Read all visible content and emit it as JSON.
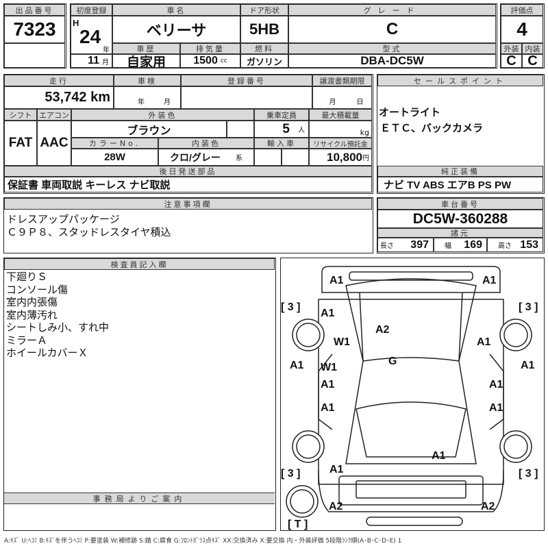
{
  "lot": {
    "label": "出品番号",
    "value": "7323"
  },
  "car": {
    "first_reg_label": "初度登録",
    "era": "H",
    "year": "24",
    "year_unit": "年",
    "month": "11",
    "month_unit": "月",
    "name_label": "車名",
    "name": "ベリーサ",
    "door_label": "ドア形状",
    "door": "5HB",
    "grade_label": "グレード",
    "grade": "C",
    "history_label": "車歴",
    "history": "自家用",
    "displacement_label": "排気量",
    "displacement": "1500",
    "displacement_unit": "cc",
    "fuel_label": "燃料",
    "fuel": "ガソリン",
    "model_label": "型式",
    "model": "DBA-DC5W"
  },
  "score": {
    "label": "評価点",
    "value": "4",
    "ext_label": "外装",
    "int_label": "内装",
    "ext": "C",
    "int": "C"
  },
  "details": {
    "mileage_label": "走行",
    "mileage": "53,742 km",
    "inspection_label": "車検",
    "year_unit": "年",
    "month_unit": "月",
    "reg_no_label": "登録番号",
    "doc_deadline_label": "譲渡書類期限",
    "day_unit": "日",
    "shift_label": "シフト",
    "shift": "FAT",
    "ac_label": "エアコン",
    "ac": "AAC",
    "ext_color_label": "外装色",
    "ext_color": "ブラウン",
    "capacity_label": "乗車定員",
    "capacity": "5",
    "capacity_unit": "人",
    "max_load_label": "最大積載量",
    "load_unit": "kg",
    "color_no_label": "カラーNo.",
    "color_no": "28W",
    "int_color_label": "内装色",
    "int_color": "クロ/グレー",
    "int_color_suffix": "系",
    "import_label": "輸入車",
    "recycle_label": "リサイクル預託金",
    "recycle": "10,800",
    "recycle_unit": "円",
    "later_parts_label": "後日発送部品",
    "later_parts": "保証書 車両取説 キーレス ナビ取説"
  },
  "sales": {
    "label": "セールスポイント",
    "lines": [
      "オートライト",
      "ＥＴＣ、バックカメラ"
    ]
  },
  "equipment": {
    "label": "純正装備",
    "value": "ナビ TV ABS エアB PS PW"
  },
  "notes": {
    "label": "注意事項欄",
    "lines": [
      "ドレスアップパッケージ",
      "Ｃ９Ｐ８、スタッドレスタイヤ積込"
    ]
  },
  "chassis": {
    "label": "車台番号",
    "value": "DC5W-360288",
    "spec_label": "諸元",
    "length_label": "長さ",
    "length": "397",
    "width_label": "幅",
    "width": "169",
    "height_label": "高さ",
    "height": "153"
  },
  "inspector": {
    "label": "検査員記入欄",
    "lines": [
      "下廻りＳ",
      "コンソール傷",
      "室内内張傷",
      "室内薄汚れ",
      "シートしみ小、すれ中",
      "ミラーＡ",
      "ホイールカバーＸ"
    ]
  },
  "office": {
    "label": "事務局よりご案内"
  },
  "diagram": {
    "marks": [
      "A1",
      "A1",
      "[ 3 ]",
      "[ 3 ]",
      "A1",
      "A2",
      "W1",
      "A1",
      "G",
      "A1",
      "W1",
      "A1",
      "A1",
      "A1",
      "A1",
      "A1",
      "A1",
      "A1",
      "[ 3 ]",
      "[ 3 ]",
      "A2",
      "A2",
      "[ T ]"
    ]
  },
  "legend": "A:ｷｽﾞ U:ﾍｺﾐ B:ｷｽﾞを伴うﾍｺﾐ P:要塗装 W:補修跡 S:錆 C:腐食 G:ﾌﾛﾝﾄｶﾞﾗｽ点ｷｽﾞ XX:交換済み X:要交換 内・外装評価 5段階ﾗﾝｸ順(A･B･C･D･E) 1"
}
